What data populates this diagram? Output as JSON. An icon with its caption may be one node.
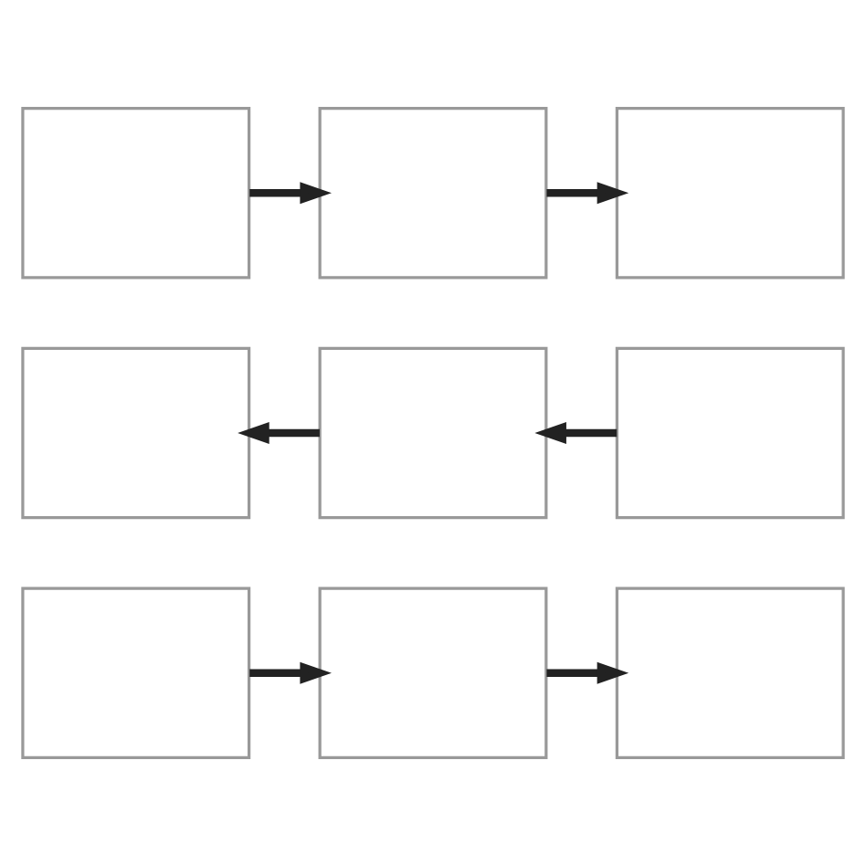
{
  "diagram": {
    "nodes": [
      {
        "text": [],
        "shape": "box"
      },
      {
        "text": [],
        "shape": "box"
      },
      {
        "text": [],
        "shape": "box"
      },
      {
        "text": [],
        "shape": "box"
      },
      {
        "text": [],
        "shape": "box"
      },
      {
        "text": [],
        "shape": "box"
      },
      {
        "text": [],
        "shape": "box"
      },
      {
        "text": [],
        "shape": "box"
      },
      {
        "text": [],
        "shape": "box"
      }
    ],
    "edges": [
      {
        "from": 0,
        "to": 1,
        "arrow": "to"
      },
      {
        "from": 1,
        "to": 2,
        "arrow": "to"
      },
      {
        "from": 5,
        "to": 4,
        "arrow": "to"
      },
      {
        "from": 4,
        "to": 3,
        "arrow": "to"
      },
      {
        "from": 6,
        "to": 7,
        "arrow": "to"
      },
      {
        "from": 7,
        "to": 8,
        "arrow": "to"
      }
    ]
  }
}
